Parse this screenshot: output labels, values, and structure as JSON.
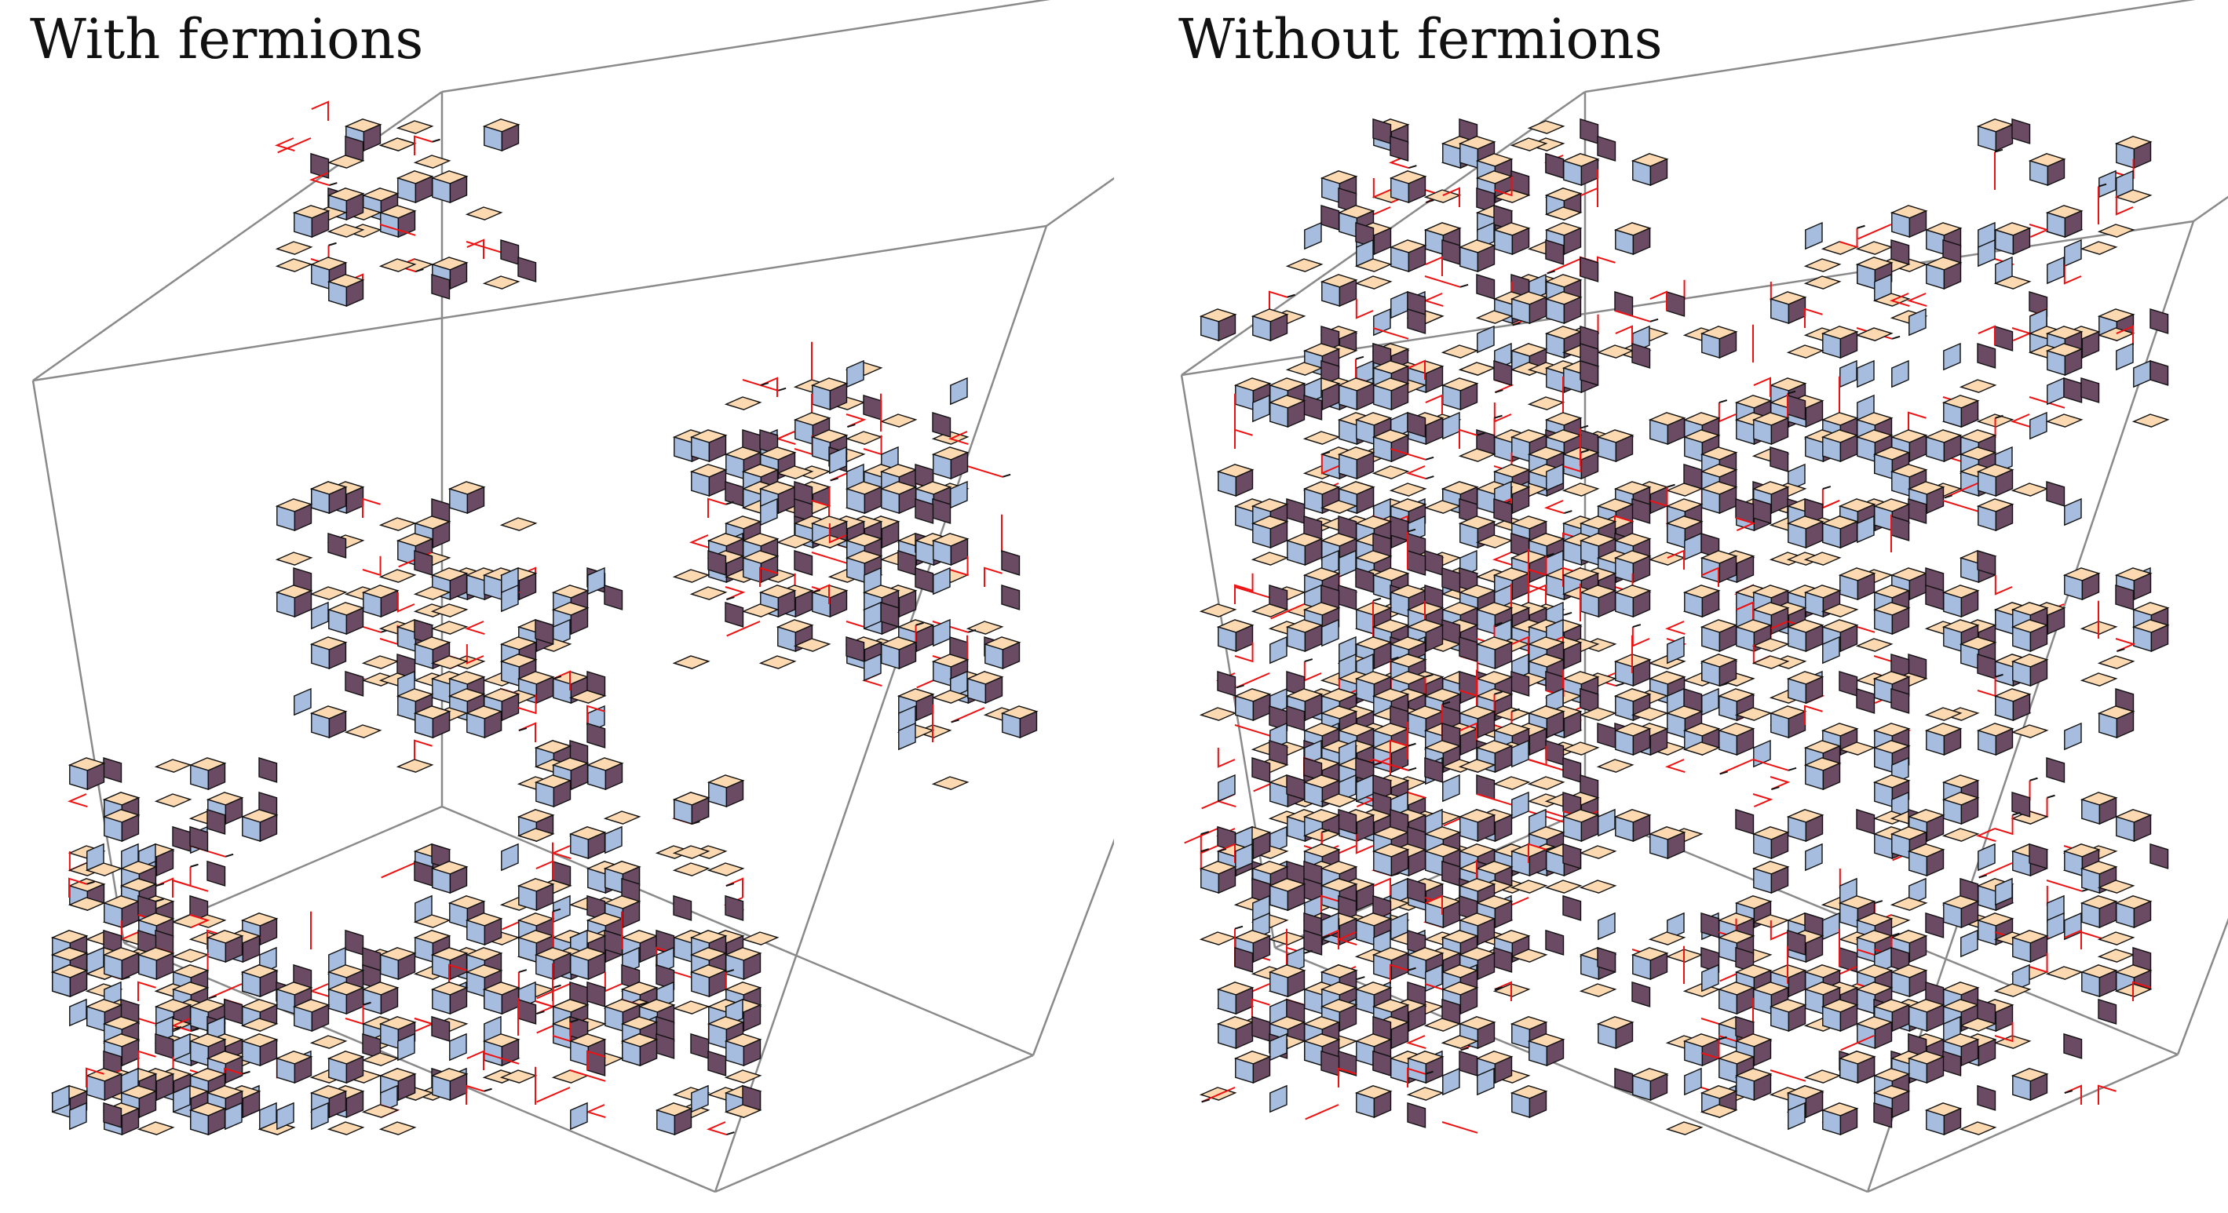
{
  "figure": {
    "panels": [
      {
        "title": "With fermions",
        "density": "sparse"
      },
      {
        "title": "Without fermions",
        "density": "dense"
      }
    ]
  },
  "colors": {
    "frame": "#8a8a8a",
    "top_face": "#fcd9b0",
    "left_face": "#a6bddf",
    "right_face": "#6b4a64",
    "edge": "#111111",
    "line": "#ee1111"
  }
}
